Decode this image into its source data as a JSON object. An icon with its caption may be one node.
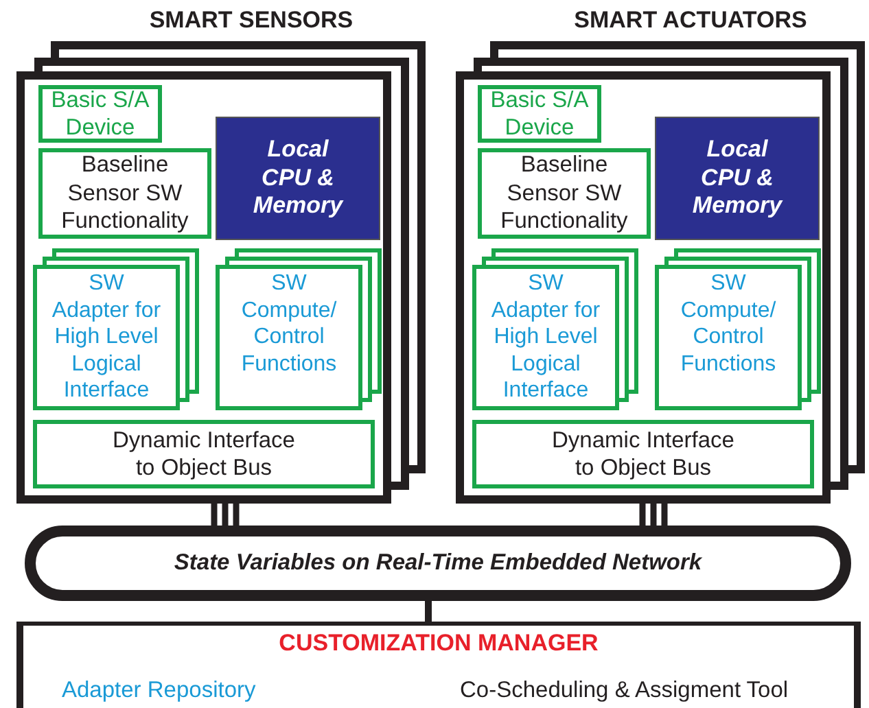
{
  "diagram": {
    "nodes": [
      {
        "text": [
          "SMART SENSORS"
        ]
      },
      {
        "text": [
          "Basic S/A Device"
        ],
        "in": 0
      },
      {
        "text": [
          "Baseline Sensor SW Functionality"
        ],
        "in": 0
      },
      {
        "text": [
          "Local CPU & Memory"
        ],
        "in": 0
      },
      {
        "text": [
          "SW Adapter for High Level Logical Interface"
        ],
        "in": 0
      },
      {
        "text": [
          "SW Compute/ Control Functions"
        ],
        "in": 0
      },
      {
        "text": [
          "Dynamic Interface to Object Bus"
        ],
        "in": 0
      },
      {
        "text": [
          "SMART ACTUATORS"
        ]
      },
      {
        "text": [
          "Basic S/A Device"
        ],
        "in": 7
      },
      {
        "text": [
          "Baseline Sensor SW Functionality"
        ],
        "in": 7
      },
      {
        "text": [
          "Local CPU & Memory"
        ],
        "in": 7
      },
      {
        "text": [
          "SW Adapter for High Level Logical Interface"
        ],
        "in": 7
      },
      {
        "text": [
          "SW Compute/ Control Functions"
        ],
        "in": 7
      },
      {
        "text": [
          "Dynamic Interface to Object Bus"
        ],
        "in": 7
      },
      {
        "text": [
          "State Variables on Real-Time Embedded Network"
        ]
      },
      {
        "text": [
          "CUSTOMIZATION MANAGER",
          "Adapter Repository",
          "Co-Scheduling & Assigment Tool"
        ]
      }
    ],
    "edges": [
      {
        "from": 0,
        "to": 14,
        "arrow": "none"
      },
      {
        "from": 7,
        "to": 14,
        "arrow": "none"
      },
      {
        "from": 14,
        "to": 15,
        "arrow": "none"
      }
    ]
  }
}
